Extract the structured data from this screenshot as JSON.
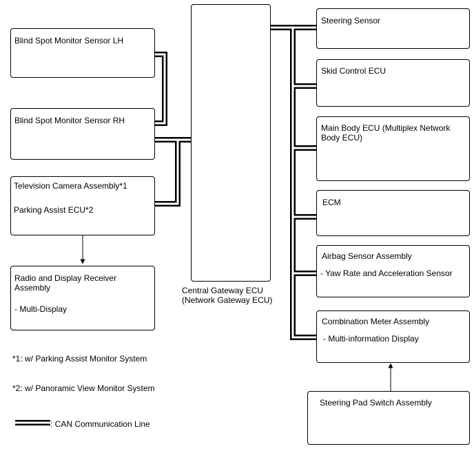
{
  "left_components": {
    "bsm_lh": "Blind Spot Monitor Sensor LH",
    "bsm_rh": "Blind Spot Monitor Sensor RH",
    "camera_line1": "Television Camera Assembly*1",
    "camera_line2": "Parking Assist ECU*2",
    "radio_line1": "Radio and Display Receiver",
    "radio_line2": "Assembly",
    "radio_sub": "- Multi-Display"
  },
  "gateway": {
    "line1": "Central Gateway ECU",
    "line2": "(Network Gateway ECU)"
  },
  "right_components": {
    "steering_sensor": "Steering Sensor",
    "skid_control": "Skid Control ECU",
    "main_body_line1": "Main Body ECU (Multiplex Network",
    "main_body_line2": "Body ECU)",
    "ecm": "ECM",
    "airbag": "Airbag Sensor Assembly",
    "airbag_sub": "- Yaw Rate and Acceleration Sensor",
    "combination_meter": "Combination Meter Assembly",
    "combination_meter_sub": "- Multi-information Display",
    "steering_pad": "Steering Pad Switch Assembly"
  },
  "notes": {
    "note1": "*1: w/ Parking Assist Monitor System",
    "note2": "*2: w/ Panoramic View Monitor System"
  },
  "legend": {
    "label": ": CAN Communication Line"
  }
}
